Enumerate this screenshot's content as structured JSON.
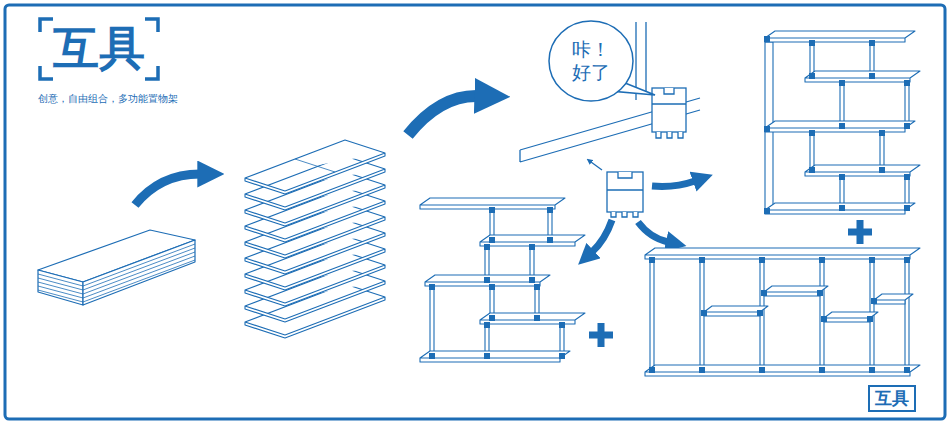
{
  "diagram": {
    "nodes": [
      {
        "text": [
          "咔！ 好了"
        ]
      },
      {
        "text": [
          "互具"
        ]
      }
    ],
    "labels": [
      "互具",
      "创意，自由组合，多功能置物架"
    ]
  }
}
